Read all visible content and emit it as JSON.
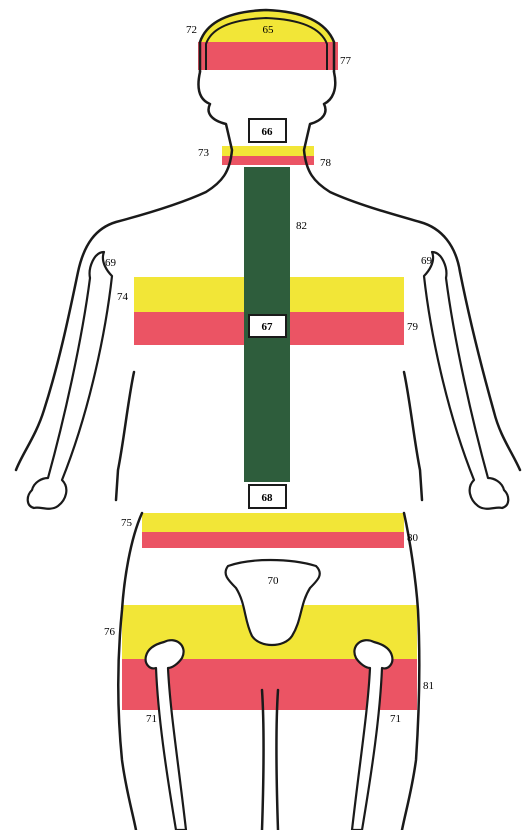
{
  "colors": {
    "yellow": "#f2e637",
    "red": "#eb5464",
    "green": "#2e5d3c",
    "outline": "#1a1a1a",
    "background": "#ffffff"
  },
  "labels": {
    "l65": "65",
    "l66": "66",
    "l67": "67",
    "l68": "68",
    "l69_left": "69",
    "l69_right": "69",
    "l70": "70",
    "l71_left": "71",
    "l71_right": "71",
    "l72": "72",
    "l73": "73",
    "l74": "74",
    "l75": "75",
    "l76": "76",
    "l77": "77",
    "l78": "78",
    "l79": "79",
    "l80": "80",
    "l81": "81",
    "l82": "82"
  }
}
